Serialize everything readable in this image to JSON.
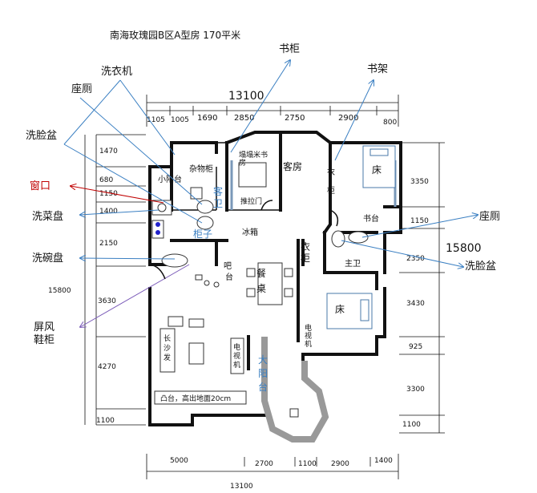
{
  "title": "南海玫瑰园B区A型房 170平米",
  "callouts": {
    "shuguan": "书柜",
    "shujia": "书架",
    "xiyiji": "洗衣机",
    "zuoce_left": "座厕",
    "xilianpen_left": "洗脸盆",
    "chuangkou": "窗口",
    "xicaipan": "洗菜盘",
    "xiwanpan": "洗碗盘",
    "pingfeng": "屏风",
    "xiegui": "鞋柜",
    "zuoce_right": "座厕",
    "xilianpen_right": "洗脸盆"
  },
  "top_dims": {
    "total": "13100",
    "segments": [
      "1105",
      "1005",
      "1690",
      "2850",
      "2750",
      "2900",
      "800"
    ]
  },
  "bottom_dims": {
    "total": "13100",
    "segments": [
      "5000",
      "2700",
      "1100",
      "2900",
      "1400"
    ]
  },
  "left_dims": {
    "total": "15800",
    "segments": [
      "1470",
      "680",
      "1150",
      "1400",
      "2150",
      "3630",
      "4270",
      "1100"
    ]
  },
  "right_dims": {
    "total": "15800",
    "segments": [
      "3350",
      "1150",
      "2350",
      "3430",
      "925",
      "3300",
      "1100"
    ]
  },
  "rooms": {
    "zawugui": "杂物柜",
    "xiaoyangtai": "小阳台",
    "ke": "客",
    "wei": "卫",
    "guizi": "柜子",
    "bingxiang": "冰箱",
    "study_line1": "塌塌米书",
    "study_line2": "房",
    "tuilamen": "推拉门",
    "keting": "客房",
    "yigui_top_1": "衣",
    "yigui_top_2": "柜",
    "chuang_top": "床",
    "shutai": "书台",
    "yigui_mid_1": "衣",
    "yigui_mid_2": "柜",
    "zhuwei": "主卫",
    "bataizi_1": "吧",
    "bataizi_2": "台",
    "canzhuo_1": "餐",
    "canzhuo_2": "桌",
    "chuang_master": "床",
    "dianshiji_r_1": "电",
    "dianshiji_r_2": "视",
    "dianshiji_r_3": "机",
    "changshafa_1": "长",
    "changshafa_2": "沙",
    "changshafa_3": "发",
    "dianshiji_l_1": "电",
    "dianshiji_l_2": "视",
    "dianshiji_l_3": "机",
    "dayangtai_1": "大",
    "dayangtai_2": "阳",
    "dayangtai_3": "台",
    "tutai_note": "凸台，高出地面20cm"
  },
  "colors": {
    "callout_arrow": "#3a7fc2",
    "window_arrow": "#c00000",
    "screen_arrow": "#7a5ab8",
    "glass": "#7a98b8"
  }
}
